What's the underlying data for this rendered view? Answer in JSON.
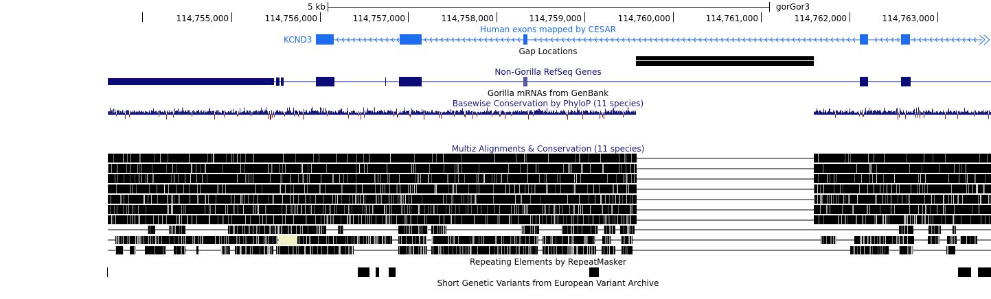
{
  "scale_bar": {
    "label": "5 kb",
    "assembly": "gorGor3"
  },
  "ruler": {
    "positions": [
      "114,755,000",
      "114,756,000",
      "114,757,000",
      "114,758,000",
      "114,759,000",
      "114,760,000",
      "114,761,000",
      "114,762,000",
      "114,763,000"
    ]
  },
  "tracks": {
    "cesar": {
      "title": "Human exons mapped by CESAR",
      "gene": "KCND3",
      "color": "#1e6cf0"
    },
    "gaps": {
      "title": "Gap Locations"
    },
    "refseq": {
      "title": "Non-Gorilla RefSeq Genes",
      "color": "#0c0c78"
    },
    "mrna": {
      "title": "Gorilla mRNAs from GenBank"
    },
    "phylop": {
      "title": "Basewise Conservation by PhyloP (11 species)",
      "color": "#1a1a7a"
    },
    "multiz": {
      "title": "Multiz Alignments & Conservation (11 species)",
      "color": "#1a1a7a"
    },
    "rmsk": {
      "title": "Repeating Elements by RepeatMasker"
    },
    "eva": {
      "title": "Short Genetic Variants from European Variant Archive"
    }
  }
}
